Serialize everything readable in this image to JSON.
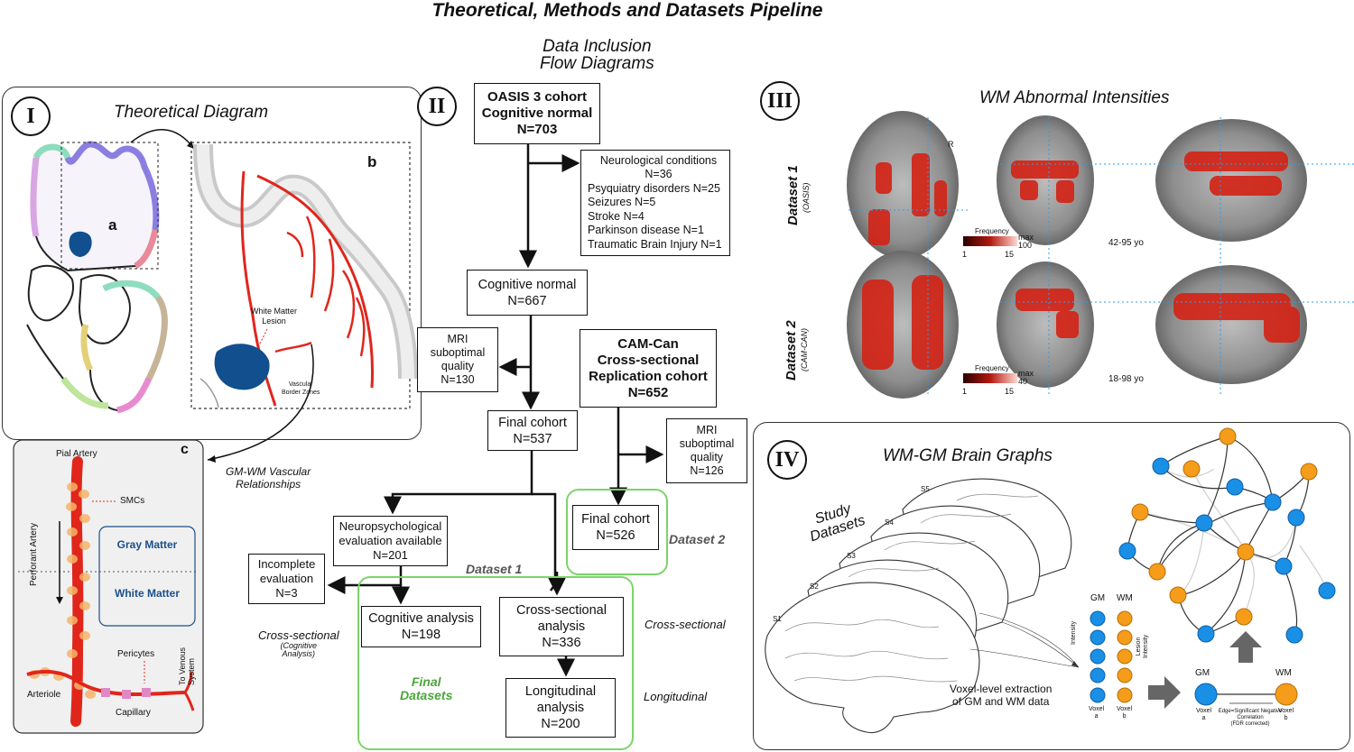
{
  "title": "Theoretical, Methods and Datasets Pipeline",
  "panel1": {
    "roman": "I",
    "title": "Theoretical Diagram",
    "label_a": "a",
    "label_b": "b",
    "label_c": "c",
    "wm_lesion": [
      "White Matter",
      "Lesion"
    ],
    "vascular": [
      "Vascular",
      "Border Zones"
    ],
    "gm_wm_vascular": [
      "GM-WM Vascular",
      "Relationships"
    ],
    "pial_artery": "Pial Artery",
    "smcs": "SMCs",
    "perforant_artery": "Perforant Artery",
    "gray_matter": "Gray Matter",
    "white_matter": "White Matter",
    "pericytes": "Pericytes",
    "to_venous": [
      "To Venous",
      "System"
    ],
    "arteriole": "Arteriole",
    "capillary": "Capillary"
  },
  "panel2": {
    "roman": "II",
    "title": [
      "Data Inclusion",
      "Flow Diagrams"
    ],
    "oasis_box": [
      "OASIS 3 cohort",
      "Cognitive normal",
      "N=703"
    ],
    "exclusions": [
      "Neurological conditions",
      "N=36",
      "Psyquiatry disorders N=25",
      "Seizures N=5",
      "Stroke N=4",
      "Parkinson disease N=1",
      "Traumatic Brain Injury N=1"
    ],
    "cog_normal": [
      "Cognitive normal",
      "N=667"
    ],
    "mri_subopt1": [
      "MRI",
      "suboptimal",
      "quality",
      "N=130"
    ],
    "camcan": [
      "CAM-Can",
      "Cross-sectional",
      "Replication cohort",
      "N=652"
    ],
    "final_cohort1": [
      "Final cohort",
      "N=537"
    ],
    "mri_subopt2": [
      "MRI",
      "suboptimal",
      "quality",
      "N=126"
    ],
    "neuropsych": [
      "Neuropsychological",
      "evaluation available",
      "N=201"
    ],
    "final_cohort2": [
      "Final cohort",
      "N=526"
    ],
    "dataset2": "Dataset 2",
    "dataset1": "Dataset 1",
    "incomplete": [
      "Incomplete",
      "evaluation",
      "N=3"
    ],
    "cog_analysis": [
      "Cognitive analysis",
      "N=198"
    ],
    "cross_analysis": [
      "Cross-sectional",
      "analysis",
      "N=336"
    ],
    "long_analysis": [
      "Longitudinal",
      "analysis",
      "N=200"
    ],
    "cs_cog": "Cross-sectional",
    "cs_cog_sub": [
      "(Cognitive",
      "Analysis)"
    ],
    "cs_label": "Cross-sectional",
    "long_label": "Longitudinal",
    "final_datasets": [
      "Final",
      "Datasets"
    ]
  },
  "panel3": {
    "roman": "III",
    "title": "WM Abnormal Intensities",
    "ds1": "Dataset 1",
    "ds1_sub": "(OASIS)",
    "ds2": "Dataset 2",
    "ds2_sub": "(CAM-CAN)",
    "freq": "Frequency",
    "max": "max",
    "max1": "100",
    "max2": "40",
    "one": "1",
    "fifteen": "15",
    "age1": "42-95 yo",
    "age2": "18-98 yo",
    "r": "R"
  },
  "panel4": {
    "roman": "IV",
    "title": "WM-GM Brain Graphs",
    "study": [
      "Study",
      "Datasets"
    ],
    "s_labels": [
      "S1",
      "S2",
      "S3",
      "S4",
      "S5"
    ],
    "gm": "GM",
    "wm": "WM",
    "intensity": "Intensity",
    "lesion_intensity": [
      "Lesion",
      "Intensity"
    ],
    "voxel_a": [
      "Voxel",
      "a"
    ],
    "voxel_b": [
      "Voxel",
      "b"
    ],
    "voxel_extraction": [
      "Voxel-level extraction",
      "of GM and WM data"
    ],
    "edge": [
      "Edge=Significant Negative",
      "Correlation",
      "(FDR corrected)"
    ]
  },
  "colors": {
    "blue": "#1a8fe6",
    "orange": "#f59c1a",
    "green": "#7cd46a",
    "red": "#e0261b"
  }
}
